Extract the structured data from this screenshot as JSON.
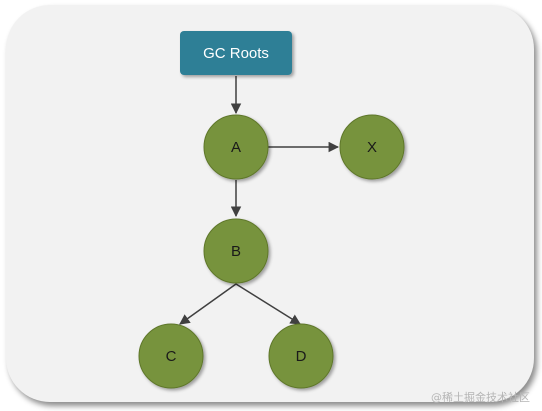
{
  "root": {
    "label": "GC Roots"
  },
  "nodes": {
    "a": "A",
    "x": "X",
    "b": "B",
    "c": "C",
    "d": "D"
  },
  "watermark": "@稀土掘金技术社区",
  "colors": {
    "panel_background": "#f2f2f2",
    "root_fill": "#2e7f96",
    "node_fill": "#77933c",
    "node_stroke": "#5f772c",
    "edge": "#404040"
  }
}
